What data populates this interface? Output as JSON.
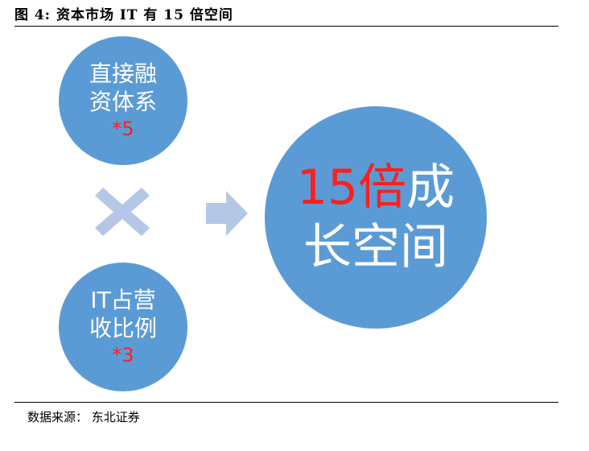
{
  "figure": {
    "title": "图 4:  资本市场 IT 有 15 倍空间",
    "source": "数据来源：  东北证券"
  },
  "colors": {
    "circle_fill": "#5b9bd5",
    "operator_fill": "#b4c7e7",
    "highlight": "#ff1f1f",
    "text_on_circle": "#ffffff"
  },
  "circle_a": {
    "line1": "直接融",
    "line2": "资体系",
    "multiplier": "*5"
  },
  "circle_b": {
    "line1": "IT占营",
    "line2": "收比例",
    "multiplier": "*3"
  },
  "result": {
    "highlight": "15倍",
    "line1_rest": "成",
    "line2": "长空间"
  },
  "icons": {
    "times": "multiply-icon",
    "arrow": "right-arrow-icon"
  }
}
